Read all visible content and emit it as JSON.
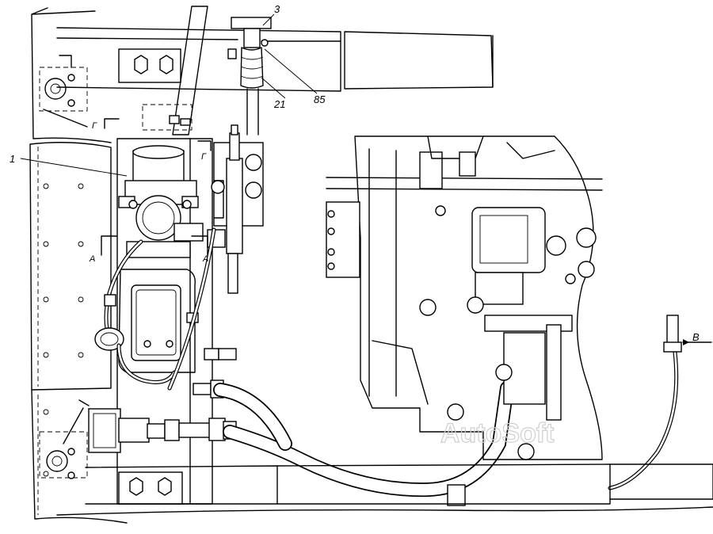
{
  "callouts": {
    "c1": "1",
    "c3": "3",
    "c21": "21",
    "c85": "85"
  },
  "section_marks": {
    "a_left": "A",
    "a_right": "A",
    "g_left": "Г",
    "g_right": "Г",
    "v_view": "В"
  },
  "watermark": "AutoSoft"
}
